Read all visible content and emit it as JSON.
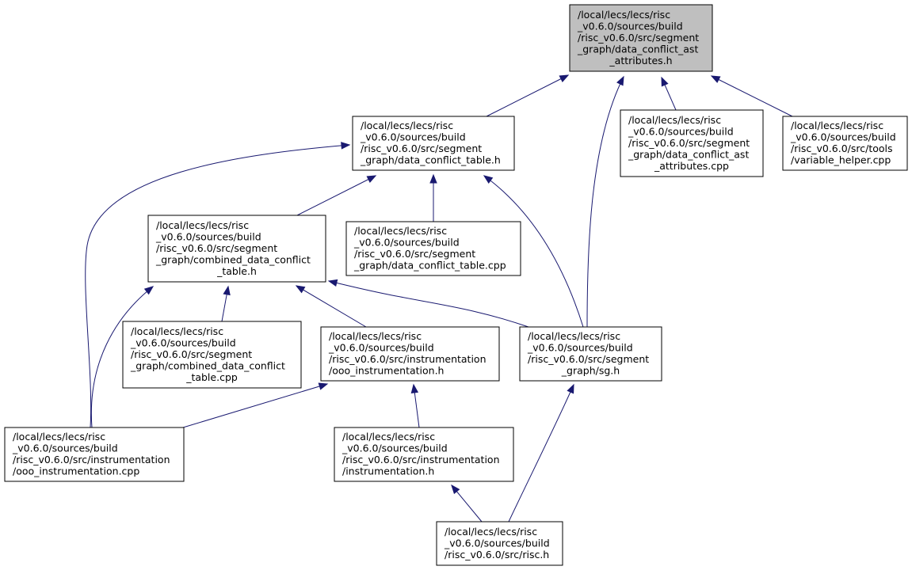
{
  "nodes": [
    {
      "id": "data_conflict_ast_h",
      "lines": [
        "/local/lecs/lecs/risc",
        "_v0.6.0/sources/build",
        "/risc_v0.6.0/src/segment",
        "_graph/data_conflict_ast",
        "_attributes.h"
      ],
      "root": true
    },
    {
      "id": "data_conflict_table_h",
      "lines": [
        "/local/lecs/lecs/risc",
        "_v0.6.0/sources/build",
        "/risc_v0.6.0/src/segment",
        "_graph/data_conflict_table.h"
      ]
    },
    {
      "id": "data_conflict_ast_cpp",
      "lines": [
        "/local/lecs/lecs/risc",
        "_v0.6.0/sources/build",
        "/risc_v0.6.0/src/segment",
        "_graph/data_conflict_ast",
        "_attributes.cpp"
      ]
    },
    {
      "id": "variable_helper_cpp",
      "lines": [
        "/local/lecs/lecs/risc",
        "_v0.6.0/sources/build",
        "/risc_v0.6.0/src/tools",
        "/variable_helper.cpp"
      ]
    },
    {
      "id": "combined_h",
      "lines": [
        "/local/lecs/lecs/risc",
        "_v0.6.0/sources/build",
        "/risc_v0.6.0/src/segment",
        "_graph/combined_data_conflict",
        "_table.h"
      ]
    },
    {
      "id": "data_conflict_table_cpp",
      "lines": [
        "/local/lecs/lecs/risc",
        "_v0.6.0/sources/build",
        "/risc_v0.6.0/src/segment",
        "_graph/data_conflict_table.cpp"
      ]
    },
    {
      "id": "combined_cpp",
      "lines": [
        "/local/lecs/lecs/risc",
        "_v0.6.0/sources/build",
        "/risc_v0.6.0/src/segment",
        "_graph/combined_data_conflict",
        "_table.cpp"
      ]
    },
    {
      "id": "ooo_instr_h",
      "lines": [
        "/local/lecs/lecs/risc",
        "_v0.6.0/sources/build",
        "/risc_v0.6.0/src/instrumentation",
        "/ooo_instrumentation.h"
      ]
    },
    {
      "id": "sg_h",
      "lines": [
        "/local/lecs/lecs/risc",
        "_v0.6.0/sources/build",
        "/risc_v0.6.0/src/segment",
        "_graph/sg.h"
      ]
    },
    {
      "id": "ooo_instr_cpp",
      "lines": [
        "/local/lecs/lecs/risc",
        "_v0.6.0/sources/build",
        "/risc_v0.6.0/src/instrumentation",
        "/ooo_instrumentation.cpp"
      ]
    },
    {
      "id": "instr_h",
      "lines": [
        "/local/lecs/lecs/risc",
        "_v0.6.0/sources/build",
        "/risc_v0.6.0/src/instrumentation",
        "/instrumentation.h"
      ]
    },
    {
      "id": "risc_h",
      "lines": [
        "/local/lecs/lecs/risc",
        "_v0.6.0/sources/build",
        "/risc_v0.6.0/src/risc.h"
      ]
    }
  ],
  "edges": [
    {
      "from": "data_conflict_table_h",
      "to": "data_conflict_ast_h"
    },
    {
      "from": "sg_h",
      "to": "data_conflict_ast_h"
    },
    {
      "from": "data_conflict_ast_cpp",
      "to": "data_conflict_ast_h"
    },
    {
      "from": "variable_helper_cpp",
      "to": "data_conflict_ast_h"
    },
    {
      "from": "ooo_instr_cpp",
      "to": "data_conflict_table_h"
    },
    {
      "from": "combined_h",
      "to": "data_conflict_table_h"
    },
    {
      "from": "data_conflict_table_cpp",
      "to": "data_conflict_table_h"
    },
    {
      "from": "sg_h",
      "to": "data_conflict_table_h"
    },
    {
      "from": "ooo_instr_cpp",
      "to": "combined_h"
    },
    {
      "from": "combined_cpp",
      "to": "combined_h"
    },
    {
      "from": "ooo_instr_h",
      "to": "combined_h"
    },
    {
      "from": "sg_h",
      "to": "combined_h"
    },
    {
      "from": "ooo_instr_cpp",
      "to": "ooo_instr_h"
    },
    {
      "from": "instr_h",
      "to": "ooo_instr_h"
    },
    {
      "from": "risc_h",
      "to": "sg_h"
    },
    {
      "from": "risc_h",
      "to": "instr_h"
    }
  ]
}
